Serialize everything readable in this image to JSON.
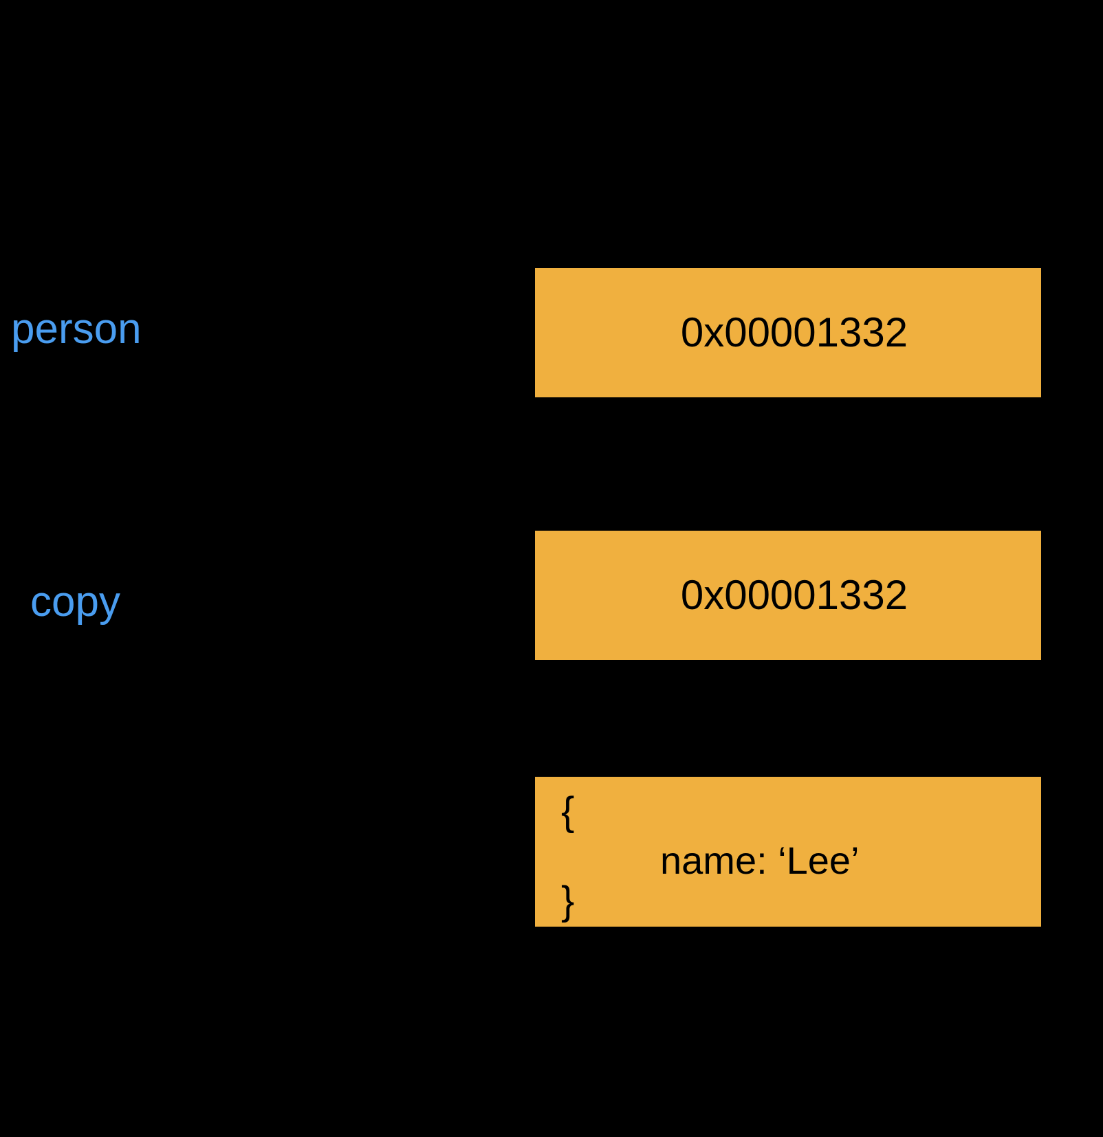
{
  "diagram": {
    "background_color": "#000000",
    "box_color": "#f0b03f",
    "label_color": "#4a9df0",
    "value_color": "#000000",
    "variables": [
      {
        "name": "person",
        "label": "person",
        "cell_kind": "address",
        "value": "0x00001332"
      },
      {
        "name": "copy",
        "label": "copy",
        "cell_kind": "address",
        "value": "0x00001332"
      }
    ],
    "heap_object": {
      "brace_open": "{",
      "property": "name: ‘Lee’",
      "brace_close": "}"
    }
  }
}
